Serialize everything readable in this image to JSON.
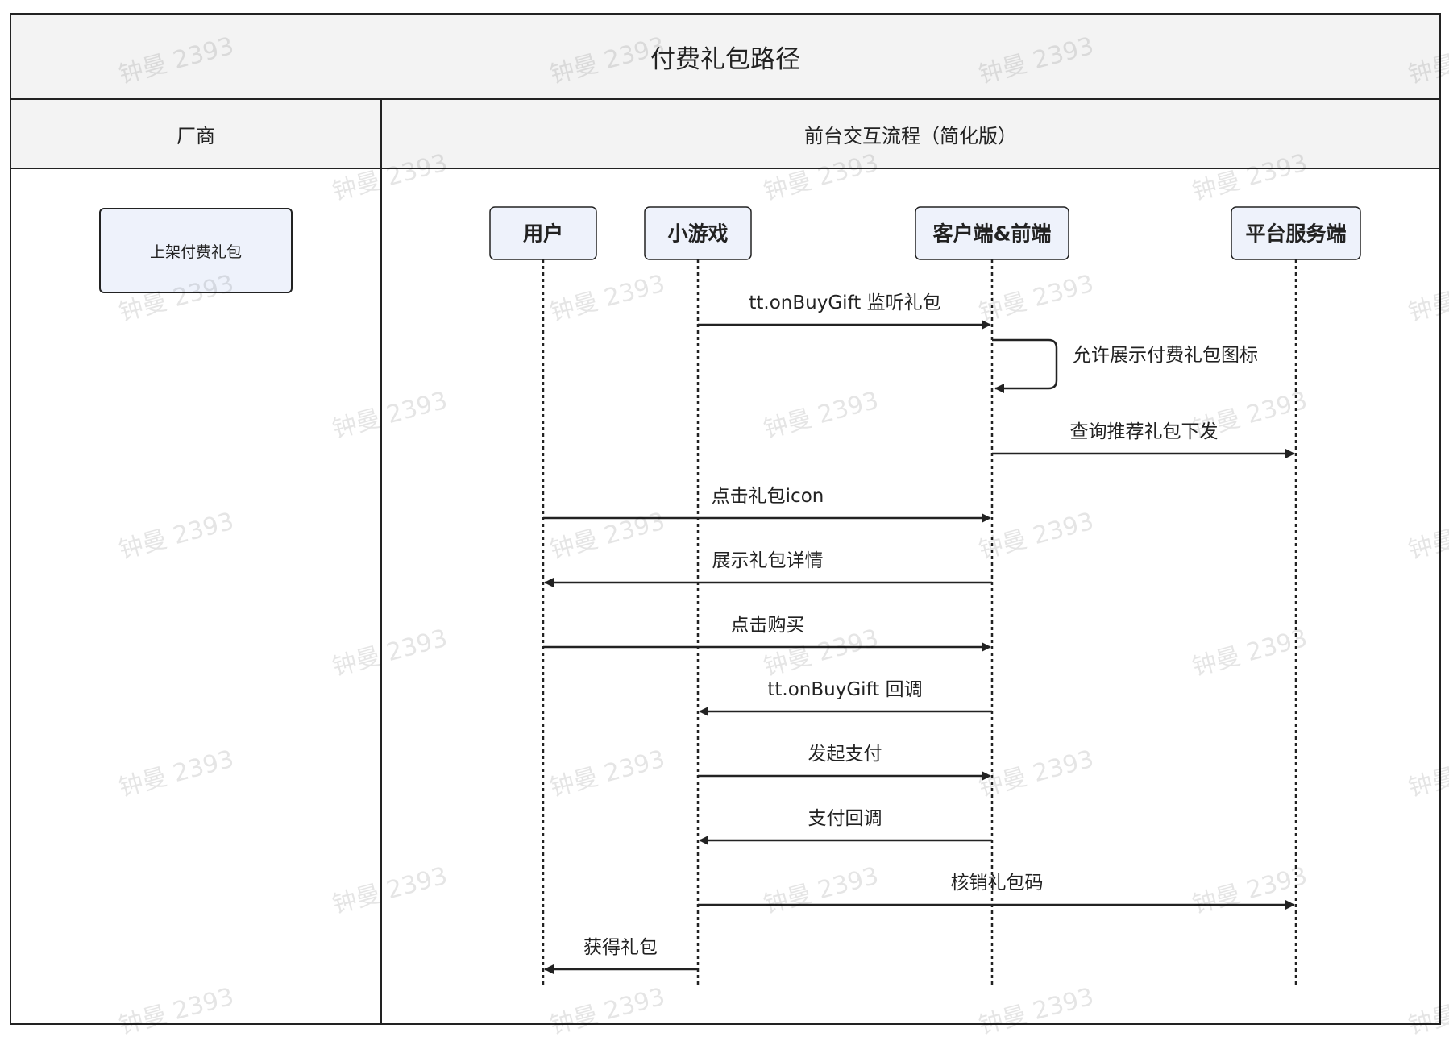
{
  "title": "付费礼包路径",
  "lanes": {
    "vendor": {
      "label": "厂商",
      "box": "上架付费礼包"
    },
    "flow": {
      "label": "前台交互流程（简化版）"
    }
  },
  "actors": [
    "用户",
    "小游戏",
    "客户端&前端",
    "平台服务端"
  ],
  "messages": [
    {
      "from": 1,
      "to": 2,
      "label": "tt.onBuyGift 监听礼包"
    },
    {
      "from": 2,
      "to": 2,
      "label": "允许展示付费礼包图标",
      "self": true
    },
    {
      "from": 2,
      "to": 3,
      "label": "查询推荐礼包下发"
    },
    {
      "from": 0,
      "to": 2,
      "label": "点击礼包icon"
    },
    {
      "from": 2,
      "to": 0,
      "label": "展示礼包详情"
    },
    {
      "from": 0,
      "to": 2,
      "label": "点击购买"
    },
    {
      "from": 2,
      "to": 1,
      "label": "tt.onBuyGift 回调"
    },
    {
      "from": 1,
      "to": 2,
      "label": "发起支付"
    },
    {
      "from": 2,
      "to": 1,
      "label": "支付回调"
    },
    {
      "from": 1,
      "to": 3,
      "label": "核销礼包码"
    },
    {
      "from": 1,
      "to": 0,
      "label": "获得礼包"
    }
  ],
  "watermark": "钟曼 2393",
  "colors": {
    "actor_fill": "#eef2fb",
    "header_fill": "#f3f3f3",
    "line": "#222222"
  }
}
